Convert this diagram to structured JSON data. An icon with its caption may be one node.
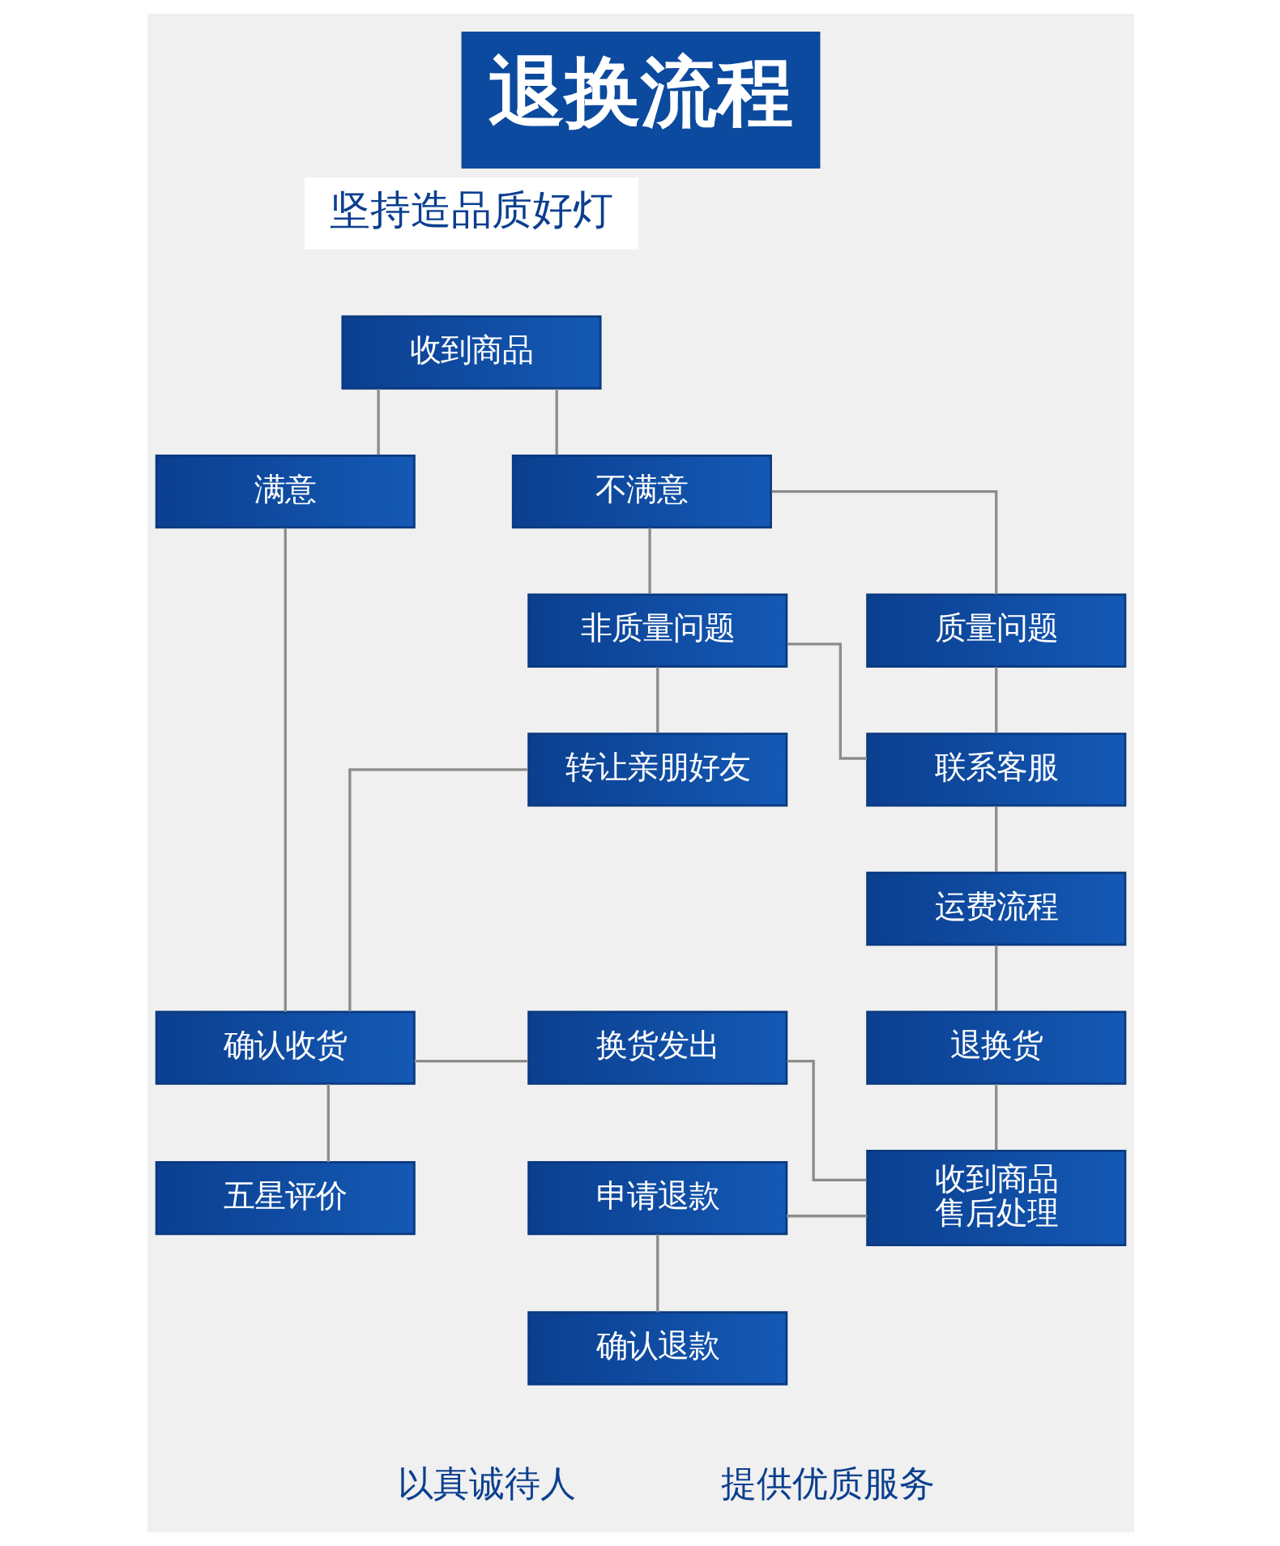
{
  "diagram": {
    "title": "退换流程",
    "nodes": [
      {
        "text": [
          "收到商品"
        ]
      },
      {
        "text": [
          "满意"
        ]
      },
      {
        "text": [
          "不满意"
        ]
      },
      {
        "text": [
          "非质量问题"
        ]
      },
      {
        "text": [
          "质量问题"
        ]
      },
      {
        "text": [
          "转让亲朋好友"
        ]
      },
      {
        "text": [
          "联系客服"
        ]
      },
      {
        "text": [
          "运费流程"
        ]
      },
      {
        "text": [
          "确认收货"
        ]
      },
      {
        "text": [
          "换货发出"
        ]
      },
      {
        "text": [
          "退换货"
        ]
      },
      {
        "text": [
          "五星评价"
        ]
      },
      {
        "text": [
          "申请退款"
        ]
      },
      {
        "text": [
          "收到商品售后处理"
        ]
      },
      {
        "text": [
          "确认退款"
        ]
      }
    ],
    "edges": [
      {
        "from": 0,
        "to": 1,
        "arrow": "none"
      },
      {
        "from": 0,
        "to": 2,
        "arrow": "none"
      },
      {
        "from": 2,
        "to": 3,
        "arrow": "none"
      },
      {
        "from": 2,
        "to": 4,
        "arrow": "none"
      },
      {
        "from": 3,
        "to": 5,
        "arrow": "none"
      },
      {
        "from": 3,
        "to": 6,
        "arrow": "none"
      },
      {
        "from": 4,
        "to": 6,
        "arrow": "none"
      },
      {
        "from": 1,
        "to": 8,
        "arrow": "none"
      },
      {
        "from": 5,
        "to": 8,
        "arrow": "none"
      },
      {
        "from": 6,
        "to": 7,
        "arrow": "none"
      },
      {
        "from": 7,
        "to": 10,
        "arrow": "none"
      },
      {
        "from": 10,
        "to": 13,
        "arrow": "none"
      },
      {
        "from": 8,
        "to": 9,
        "arrow": "none"
      },
      {
        "from": 8,
        "to": 11,
        "arrow": "none"
      },
      {
        "from": 9,
        "to": 13,
        "arrow": "none"
      },
      {
        "from": 12,
        "to": 13,
        "arrow": "none"
      },
      {
        "from": 12,
        "to": 14,
        "arrow": "none"
      }
    ],
    "labels": [
      "坚持造品质好灯",
      "以真诚待人",
      "提供优质服务"
    ]
  }
}
